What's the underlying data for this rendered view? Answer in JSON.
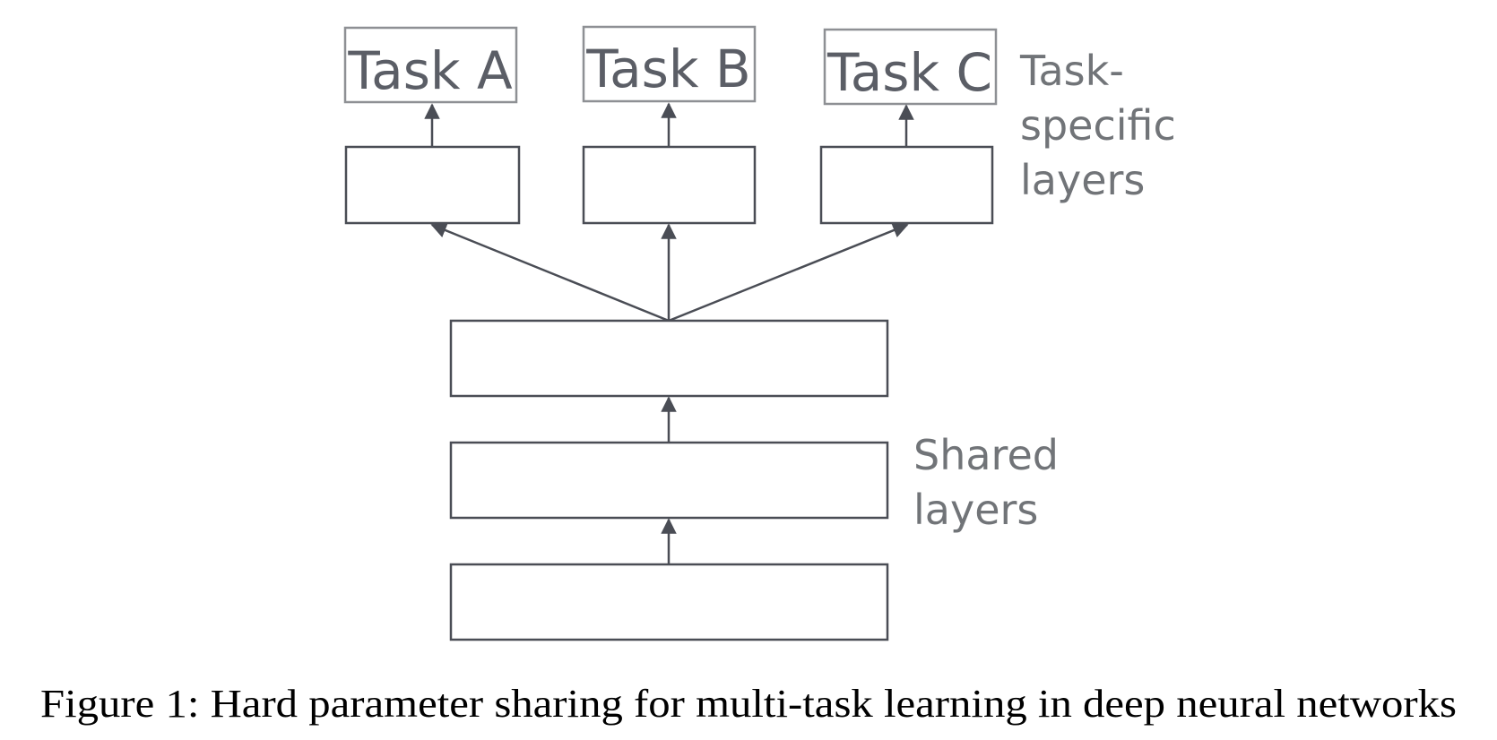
{
  "diagram": {
    "task_outputs": [
      {
        "label": "Task A"
      },
      {
        "label": "Task B"
      },
      {
        "label": "Task C"
      }
    ],
    "task_specific_label": [
      "Task-",
      "specific",
      "layers"
    ],
    "shared_label": [
      "Shared",
      "layers"
    ],
    "caption": "Figure 1: Hard parameter sharing for multi-task learning in deep neural networks",
    "colors": {
      "layer_stroke": "#4a4d55",
      "output_stroke": "#8e9094",
      "arrow": "#4a4d55",
      "caption": "#000000"
    }
  }
}
